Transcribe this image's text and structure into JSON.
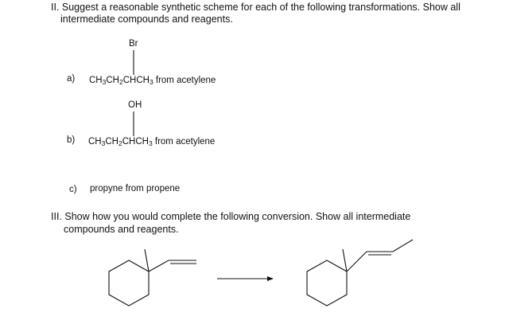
{
  "section2": {
    "heading_l1": "II. Suggest a reasonable synthetic scheme for each of the following transformations. Show all",
    "heading_l2": "intermediate compounds and reagents.",
    "parts": [
      {
        "label": "a)",
        "substituent": "Br",
        "f1": "CH",
        "s1": "3",
        "f2": "CH",
        "s2": "2",
        "f3": "CHCH",
        "s3": "3",
        "tail": "from acetylene"
      },
      {
        "label": "b)",
        "substituent": "OH",
        "f1": "CH",
        "s1": "3",
        "f2": "CH",
        "s2": "2",
        "f3": "CHCH",
        "s3": "3",
        "tail": "from acetylene"
      },
      {
        "label": "c)",
        "text": "propyne from propene"
      }
    ]
  },
  "section3": {
    "heading_l1": "III. Show how you would complete the following conversion. Show all intermediate",
    "heading_l2": "compounds and reagents."
  }
}
